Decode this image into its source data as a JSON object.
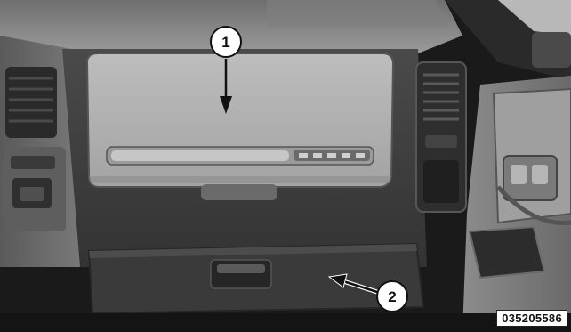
{
  "callouts": [
    {
      "number": "1"
    },
    {
      "number": "2"
    }
  ],
  "figure_code": "035205586",
  "colors": {
    "background": "#1c1c1c",
    "dash_top": "#8a8a8a",
    "upper_door": "#b2b2b2",
    "lower_door": "#3c3c3c",
    "callout_fill": "#ffffff"
  }
}
